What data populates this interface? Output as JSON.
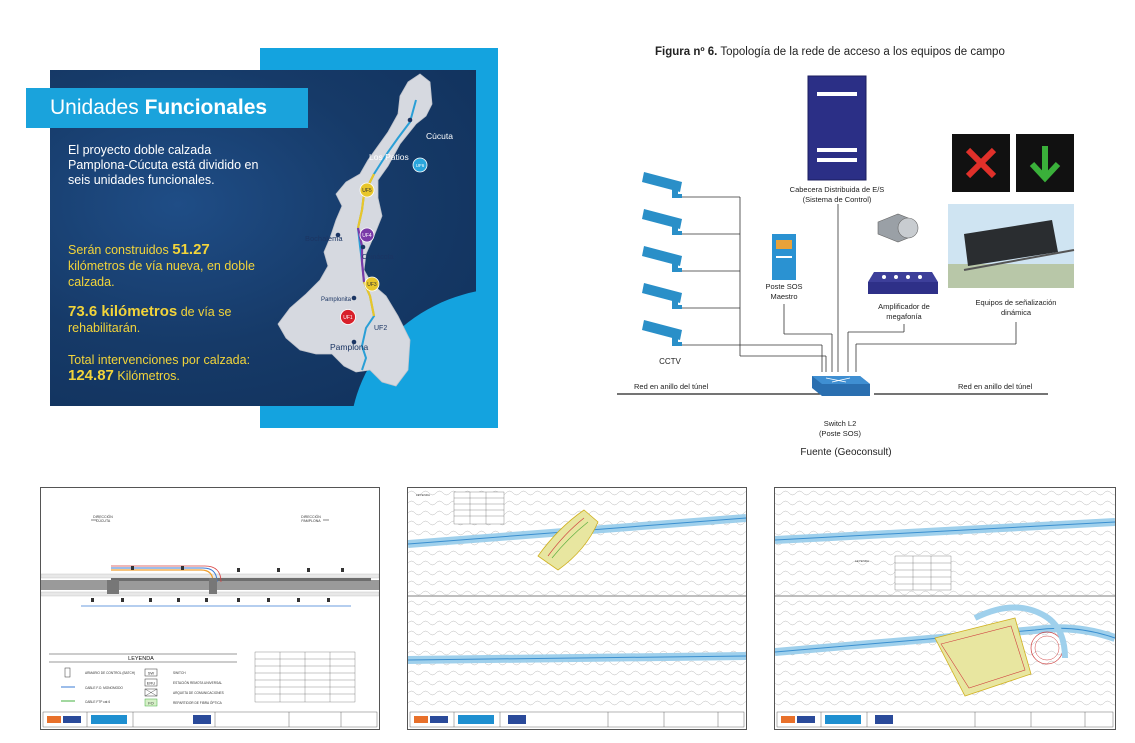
{
  "panel1": {
    "title_light": "Unidades ",
    "title_bold": "Funcionales",
    "intro": [
      "El proyecto doble calzada",
      "Pamplona-Cúcuta está dividido en",
      "seis unidades funcionales."
    ],
    "stat1_pre": "Serán construidos ",
    "stat1_value": "51.27",
    "stat1_rest1": "kilómetros de vía nueva, en doble",
    "stat1_rest2": "calzada.",
    "stat2_value": "73.6 kilómetros",
    "stat2_rest1": " de vía se",
    "stat2_rest2": "rehabilitarán.",
    "stat3_line": "Total intervenciones por calzada:",
    "stat3_value": "124.87",
    "stat3_unit": " Kilómetros.",
    "map_cities": {
      "cucuta": "Cúcuta",
      "los_patios": "Los Patios",
      "bochalema": "Bochalema",
      "chinacota": "Chinácota",
      "pamplonita": "Pamplonita",
      "pamplona": "Pamplona"
    },
    "units": {
      "uf1": "UF1",
      "uf2": "UF2",
      "uf3": "UF3",
      "uf4": "UF4",
      "uf5": "UF5",
      "uf6": "UF6"
    },
    "colors": {
      "accent": "#14a3df",
      "dark_blue": "#173e70",
      "yellow": "#f2d43a"
    }
  },
  "panel2": {
    "caption_bold": "Figura nº 6.",
    "caption_rest": " Topología de la rede de acceso a los equipos de campo",
    "server_label": [
      "Cabecera Distribuida de E/S",
      "(Sistema de Control)"
    ],
    "sos_label": [
      "Poste SOS",
      "Maestro"
    ],
    "amp_label": [
      "Amplificador de",
      "megafonía"
    ],
    "signage_label": [
      "Equipos de señalización",
      "dinámica"
    ],
    "cctv_label": "CCTV",
    "ring_left": "Red en anillo del túnel",
    "ring_right": "Red en anillo del túnel",
    "switch_label": [
      "Switch L2",
      "(Poste SOS)"
    ],
    "source": "Fuente (Geoconsult)"
  },
  "panel3": {
    "legend_title": "LEYENDA",
    "legend_items": [
      "ARMARIO DE CONTROL (BATCH)",
      "CABLE F.O. MONOMODO",
      "CABLE FTP cat 6",
      "SWITCH",
      "ESTACIÓN REMOTA UNIVERSAL",
      "ARQUETA DE COMUNICACIONES",
      "REPARTIDOR DE FIBRA ÓPTICA"
    ],
    "legend_codes": [
      "SW",
      "ERU",
      "FO"
    ],
    "dir_left": [
      "DIRECCIÓN",
      "CÚCUTA"
    ],
    "dir_right": [
      "DIRECCIÓN",
      "PAMPLONA"
    ]
  },
  "panel4": {
    "legend_title": "LEYENDA"
  },
  "panel5": {
    "legend_title": "LEYENDA"
  }
}
